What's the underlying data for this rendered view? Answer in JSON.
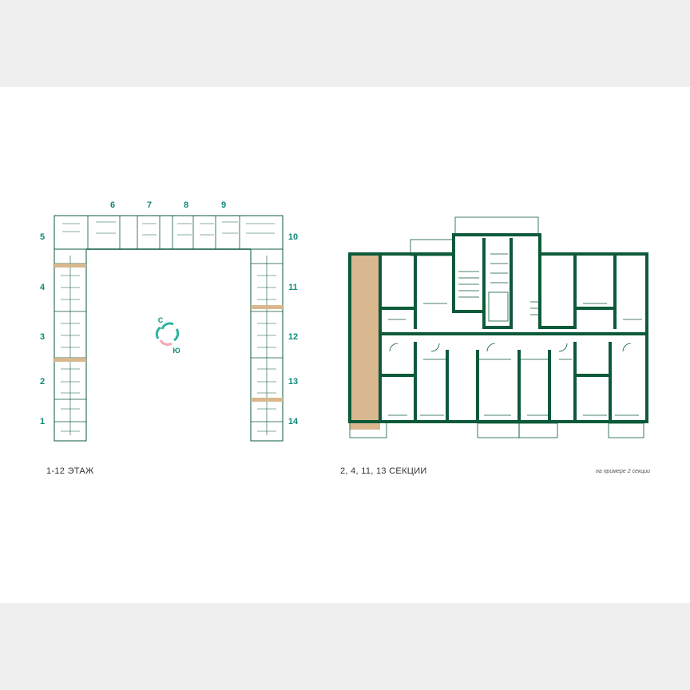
{
  "section_numbers": {
    "n1": "1",
    "n2": "2",
    "n3": "3",
    "n4": "4",
    "n5": "5",
    "n6": "6",
    "n7": "7",
    "n8": "8",
    "n9": "9",
    "n10": "10",
    "n11": "11",
    "n12": "12",
    "n13": "13",
    "n14": "14"
  },
  "compass": {
    "north": "С",
    "south": "Ю"
  },
  "captions": {
    "left": "1-12 ЭТАЖ",
    "right": "2, 4, 11, 13 СЕКЦИИ",
    "note": "на примере 2 секции"
  },
  "colors": {
    "wall": "#0d5a3a",
    "section_number": "#0e8a78",
    "highlight": "#d9b88f",
    "compass_teal": "#2bb3a0",
    "compass_pink": "#f2a8b5"
  }
}
